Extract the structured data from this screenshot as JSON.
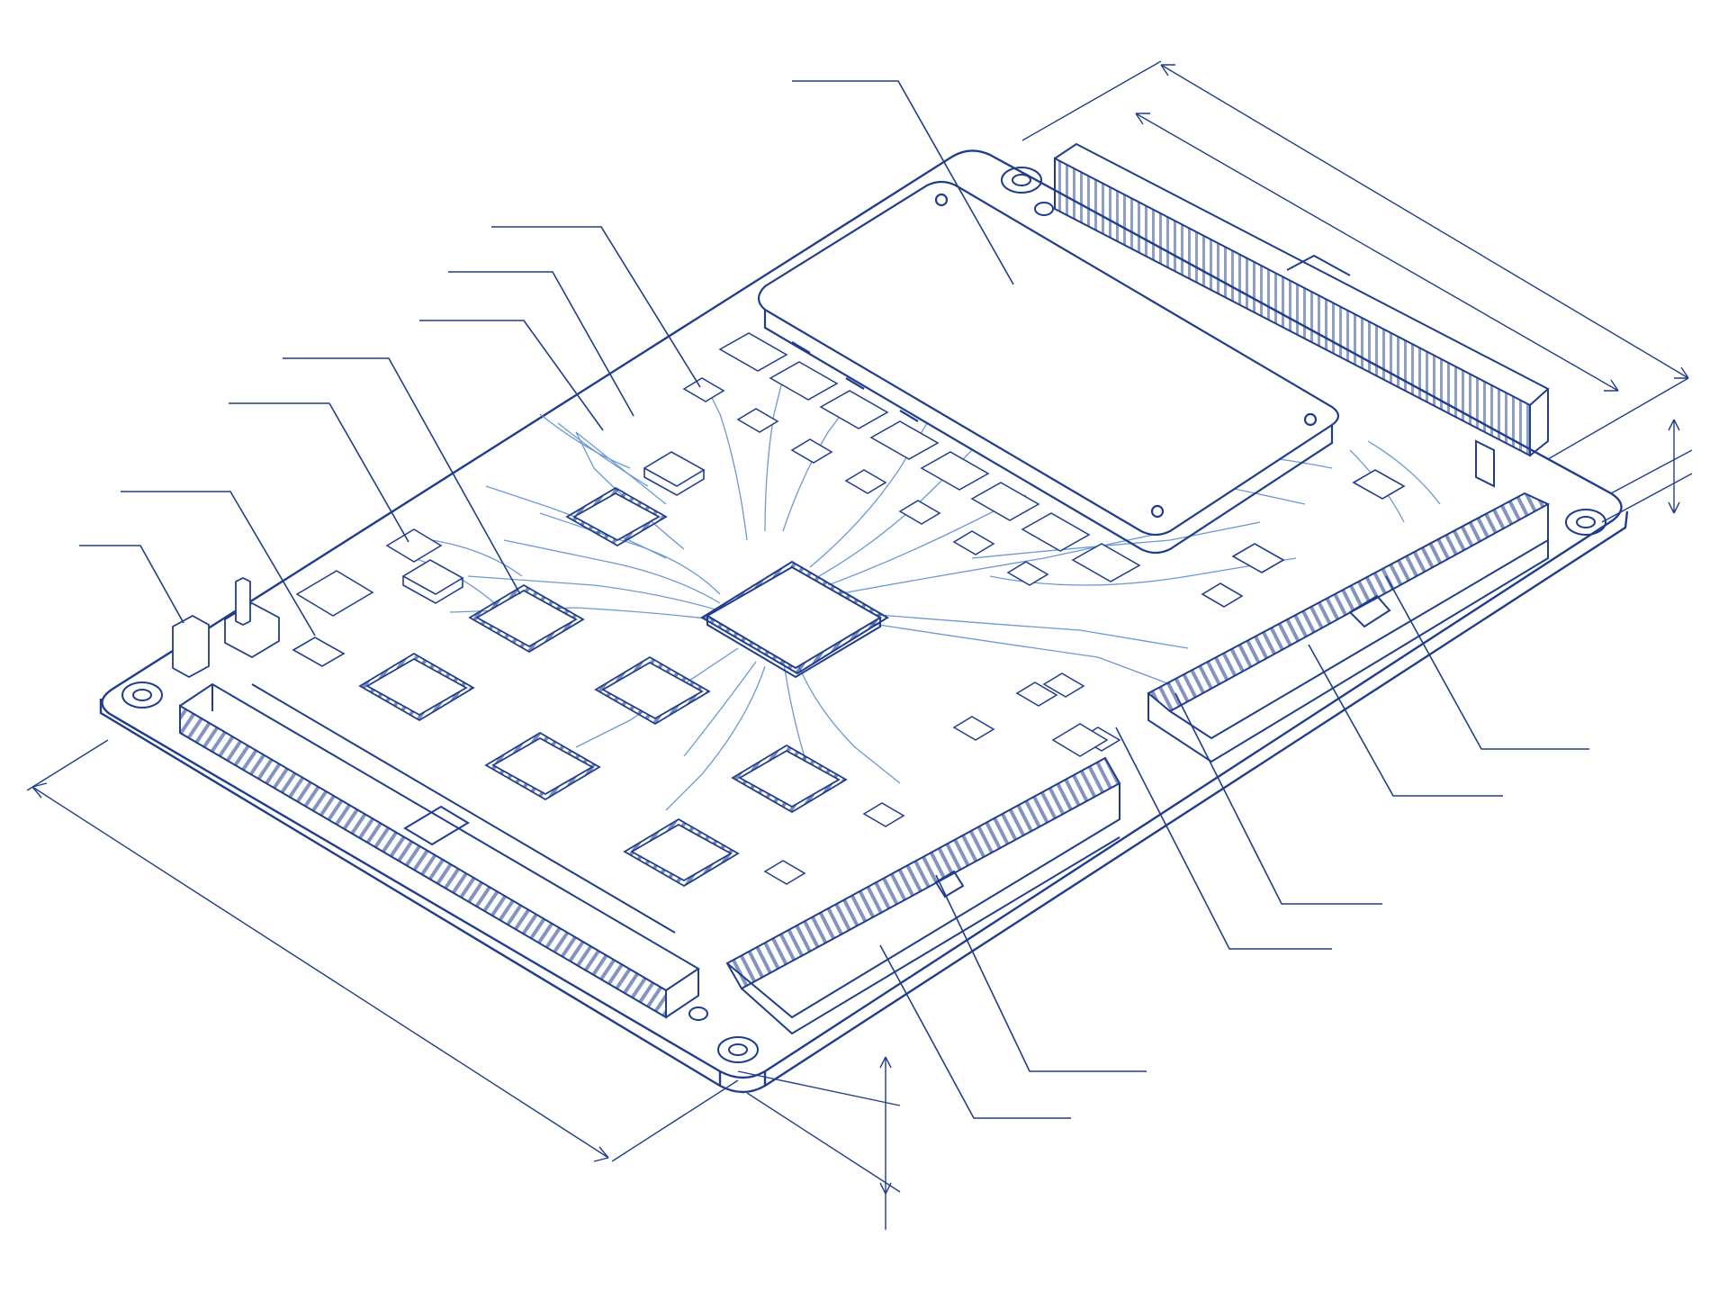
{
  "diagram": {
    "kind": "isometric printed circuit board line drawing",
    "text_labels": [],
    "colors": {
      "ink": "#1f3d8c",
      "trace": "#5b8fd0",
      "paper": "#ffffff"
    },
    "components": {
      "mounting_holes": 6,
      "edge_connectors": 4,
      "backplane_connector": 1,
      "main_processor": 1,
      "qfp_chips": 7,
      "small_ics": 6,
      "daughter_module": 1,
      "jumper_posts": 2,
      "callout_leaders": 14,
      "dimension_lines": 5
    }
  }
}
